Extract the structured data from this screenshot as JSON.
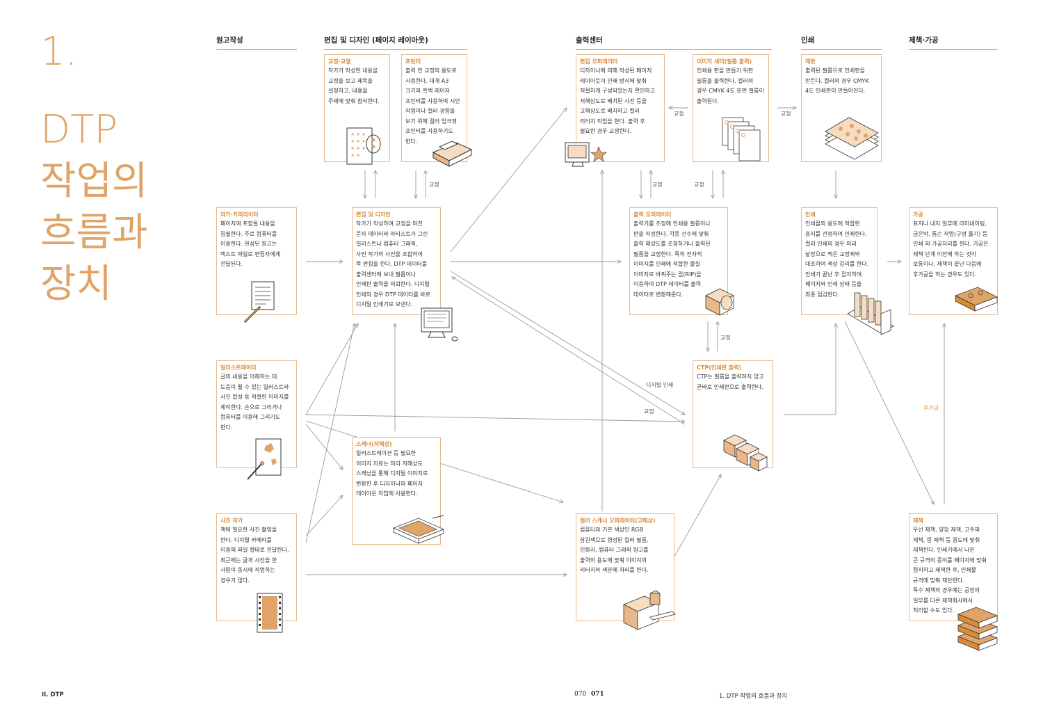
{
  "colors": {
    "accent": "#E0A468",
    "box_border": "#E8B88A",
    "box_title": "#D98B3A",
    "arrow": "#9a9a9a"
  },
  "title": {
    "number": "1.",
    "lines": [
      "DTP",
      "작업의",
      "흐름과",
      "장치"
    ]
  },
  "columns": {
    "manuscript": "원고작성",
    "editing": "편집 및 디자인 (페이지 레이아웃)",
    "output": "출력센터",
    "printing": "인쇄",
    "binding": "제책·가공"
  },
  "boxes": {
    "proofreading": {
      "title": "교정·교열",
      "text": "작가가 작성한 내용을\n교정을 보고 제목을\n설정하고, 내용을\n주제에 맞춰 첨삭한다."
    },
    "printer": {
      "title": "프린터",
      "text": "출력 전 교정의 용도로\n사용한다. 대개 A3\n크기의 흑백 레이저\n프린터를 사용하며 시안\n작업이나 컬러 경향을\n보기 위해 컬러 잉크젯\n프린터를 사용하기도\n한다."
    },
    "edit_operator": {
      "title": "편집 오퍼레이터",
      "text": "디자이너에 의해 작성된 페이지\n레이아웃이 인쇄 방식에 맞춰\n적절하게 구성되었는지 확인하고\n저해상도로 배치된 사진 등을\n고해상도로 배치하고 컬러\n리터치 작업을 한다. 출력 후\n필요한 경우 교정한다."
    },
    "imagesetter": {
      "title": "이미지 세터(필름 출력)",
      "text": "인쇄용 판을 만들기 위한\n필름을 출력한다. 컬러의\n경우 CMYK 4도 분판 필름이\n출력된다."
    },
    "platemaking": {
      "title": "제판",
      "text": "출력된 필름으로 인쇄판을\n만든다. 컬러의 경우 CMYK\n4도 인쇄판이 만들어진다."
    },
    "copywriter": {
      "title": "작가·카피라이터",
      "text": "페이지에 포함될 내용을\n집필한다. 주로 컴퓨터를\n이용한다. 완성된 원고는\n텍스트 파일로 편집자에게\n전달된다."
    },
    "edit_design": {
      "title": "편집 및 디자인",
      "text": "작가가 작성하여 교정을 마친\n문자 데이터와 아티스트가 그린\n일러스트나 컴퓨터 그래픽,\n사진 작가의 사진을 조합하여\n쪽 편집을 한다. DTP 데이터를\n출력센터에 보내 필름이나\n인쇄판 출력을 의뢰한다. 디지털\n인쇄의 경우 DTP 데이터를 바로\n디지털 인쇄기로 보낸다."
    },
    "output_operator": {
      "title": "출력 오퍼레이터",
      "text": "출력기를 조정해 인쇄용 필름이나\n판을 작성한다. 각종 선수에 맞춰\n출력 해상도를 조정하거나 출력된\n필름을 교정한다. 특히 전자적\n이미지를 인쇄에 적합한 물질\n이미지로 바꿔주는 립(RIP)을\n이용하여 DTP 데이터를 출력\n데이터로 변환해준다."
    },
    "printing": {
      "title": "인쇄",
      "text": "인쇄물의 용도에 적합한\n용지를 선정하여 인쇄한다.\n컬러 인쇄의 경우 미리\n낱장으로 찍은 교정쇄와\n대조하여 색상 감리를 한다.\n인쇄가 끝난 후 접지하여\n페이지와 인쇄 상태 등을\n최종 점검한다."
    },
    "processing": {
      "title": "가공",
      "text": "표지나 내지 일부에 라미네이팅,\n금은박, 톰슨 작업(구멍 뚫기) 등\n인쇄 외 가공처리를 한다. 가공은\n제책 단계 이전에 하는 것이\n보통이나, 제책이 끝난 다음에\n후가공을 하는 경우도 있다."
    },
    "illustrator": {
      "title": "일러스트레이터",
      "text": "글의 내용을 이해하는 데\n도움이 될 수 있는 일러스트와\n사진 합성 등 적절한 이미지를\n제작한다. 손으로 그리거나\n컴퓨터를 이용해 그리기도\n한다."
    },
    "ctp": {
      "title": "CTP(인쇄판 출력)",
      "text": "CTP는 필름을 출력하지 않고\n곧바로 인쇄판으로 출력한다."
    },
    "scanner_low": {
      "title": "스캐너(저해상)",
      "text": "일러스트레이션 등 필요한\n이미지 자료는 미리 저해상도\n스캐닝을 통해 디지털 이미지로\n변환한 후 디자이너의 페이지\n레이아웃 작업에 사용한다."
    },
    "photographer": {
      "title": "사진 작가",
      "text": "책에 필요한 사진 촬영을\n한다. 디지털 카메라를\n이용해 파일 형태로 전달한다.\n최근에는 글과 사진을 한\n사람이 동시에 작업하는\n경우가 많다."
    },
    "scanner_high": {
      "title": "컬러 스캐너 오퍼레이터(고해상)",
      "text": "컴퓨터의 기본 색상인 RGB\n삼원색으로 형성된 컬러 필름,\n인화지, 컴퓨터 그래픽 원고를\n출력의 용도에 맞춰 이미지의\n리터치와 색분해 처리를 한다."
    },
    "binding": {
      "title": "제책",
      "text": "무선 제책, 양장 제책, 고주파\n제책, 링 제책 등 용도에 맞춰\n제책한다. 인쇄기에서 나온\n큰 규격의 종이를 페이지에 맞춰\n접지하고 제책한 후, 인쇄물\n규격에 맞춰 재단한다.\n특수 제책의 경우에는 공정의\n일부를 다른 제책회사에서\n처리할 수도 있다."
    }
  },
  "labels": {
    "proof": "교정",
    "digital_print": "디지털 인쇄",
    "post_processing": "후가공"
  },
  "footer": {
    "left": "II. DTP",
    "page_left": "070",
    "page_right": "071",
    "right": "1. DTP 작업의 흐름과 장치"
  },
  "icons": [
    "document-proof-icon",
    "laser-printer-icon",
    "computer-monitor-icon",
    "film-sheets-icon",
    "printing-plates-icon",
    "manuscript-pen-icon",
    "rip-machine-icon",
    "printing-press-icon",
    "book-icon",
    "illustration-brush-icon",
    "ctp-blocks-icon",
    "flatbed-scanner-icon",
    "film-strip-icon",
    "drum-scanner-icon",
    "book-stack-icon"
  ]
}
